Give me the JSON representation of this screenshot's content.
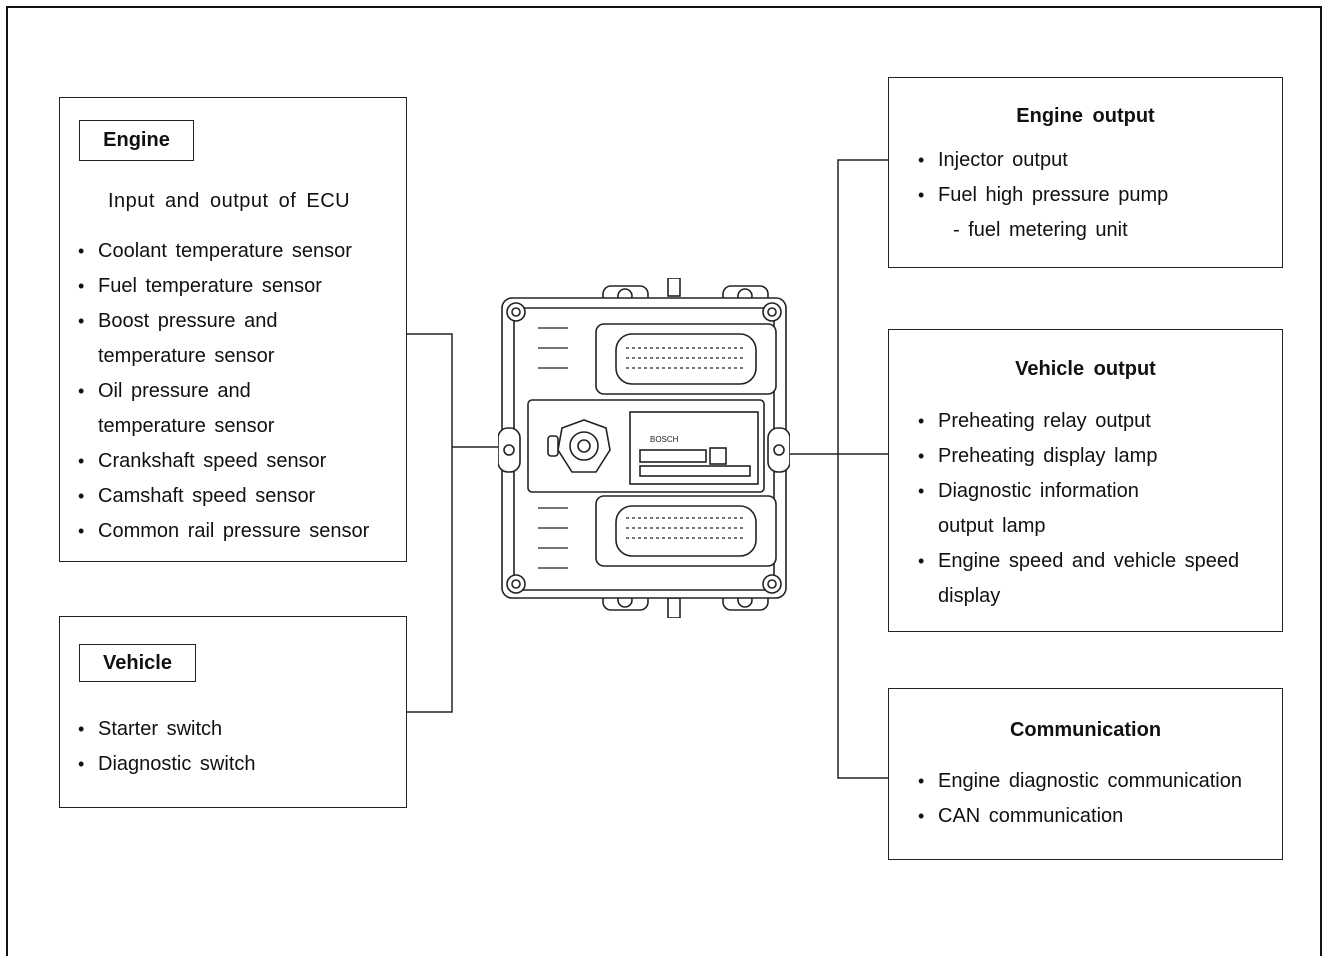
{
  "engine_box": {
    "tag": "Engine",
    "subtitle": "Input and output of ECU",
    "items": [
      {
        "line1": "Coolant temperature sensor",
        "line2": ""
      },
      {
        "line1": "Fuel temperature sensor",
        "line2": ""
      },
      {
        "line1": "Boost pressure and",
        "line2": "temperature sensor"
      },
      {
        "line1": "Oil pressure and",
        "line2": "temperature sensor"
      },
      {
        "line1": "Crankshaft speed sensor",
        "line2": ""
      },
      {
        "line1": "Camshaft speed sensor",
        "line2": ""
      },
      {
        "line1": "Common rail pressure sensor",
        "line2": ""
      }
    ]
  },
  "vehicle_box": {
    "tag": "Vehicle",
    "items": [
      {
        "line1": "Starter switch",
        "line2": ""
      },
      {
        "line1": "Diagnostic switch",
        "line2": ""
      }
    ]
  },
  "engine_output_box": {
    "title": "Engine output",
    "items": [
      {
        "line1": "Injector output",
        "line2": ""
      },
      {
        "line1": "Fuel high pressure pump",
        "line2": ""
      }
    ],
    "subline": "- fuel metering unit"
  },
  "vehicle_output_box": {
    "title": "Vehicle output",
    "items": [
      {
        "line1": "Preheating relay output",
        "line2": ""
      },
      {
        "line1": "Preheating display lamp",
        "line2": ""
      },
      {
        "line1": "Diagnostic information",
        "line2": "output lamp"
      },
      {
        "line1": "Engine speed and vehicle speed",
        "line2": "display"
      }
    ]
  },
  "communication_box": {
    "title": "Communication",
    "items": [
      {
        "line1": "Engine diagnostic communication",
        "line2": ""
      },
      {
        "line1": "CAN communication",
        "line2": ""
      }
    ]
  },
  "ecu": {
    "brand": "BOSCH"
  },
  "bullet_glyph": "•"
}
